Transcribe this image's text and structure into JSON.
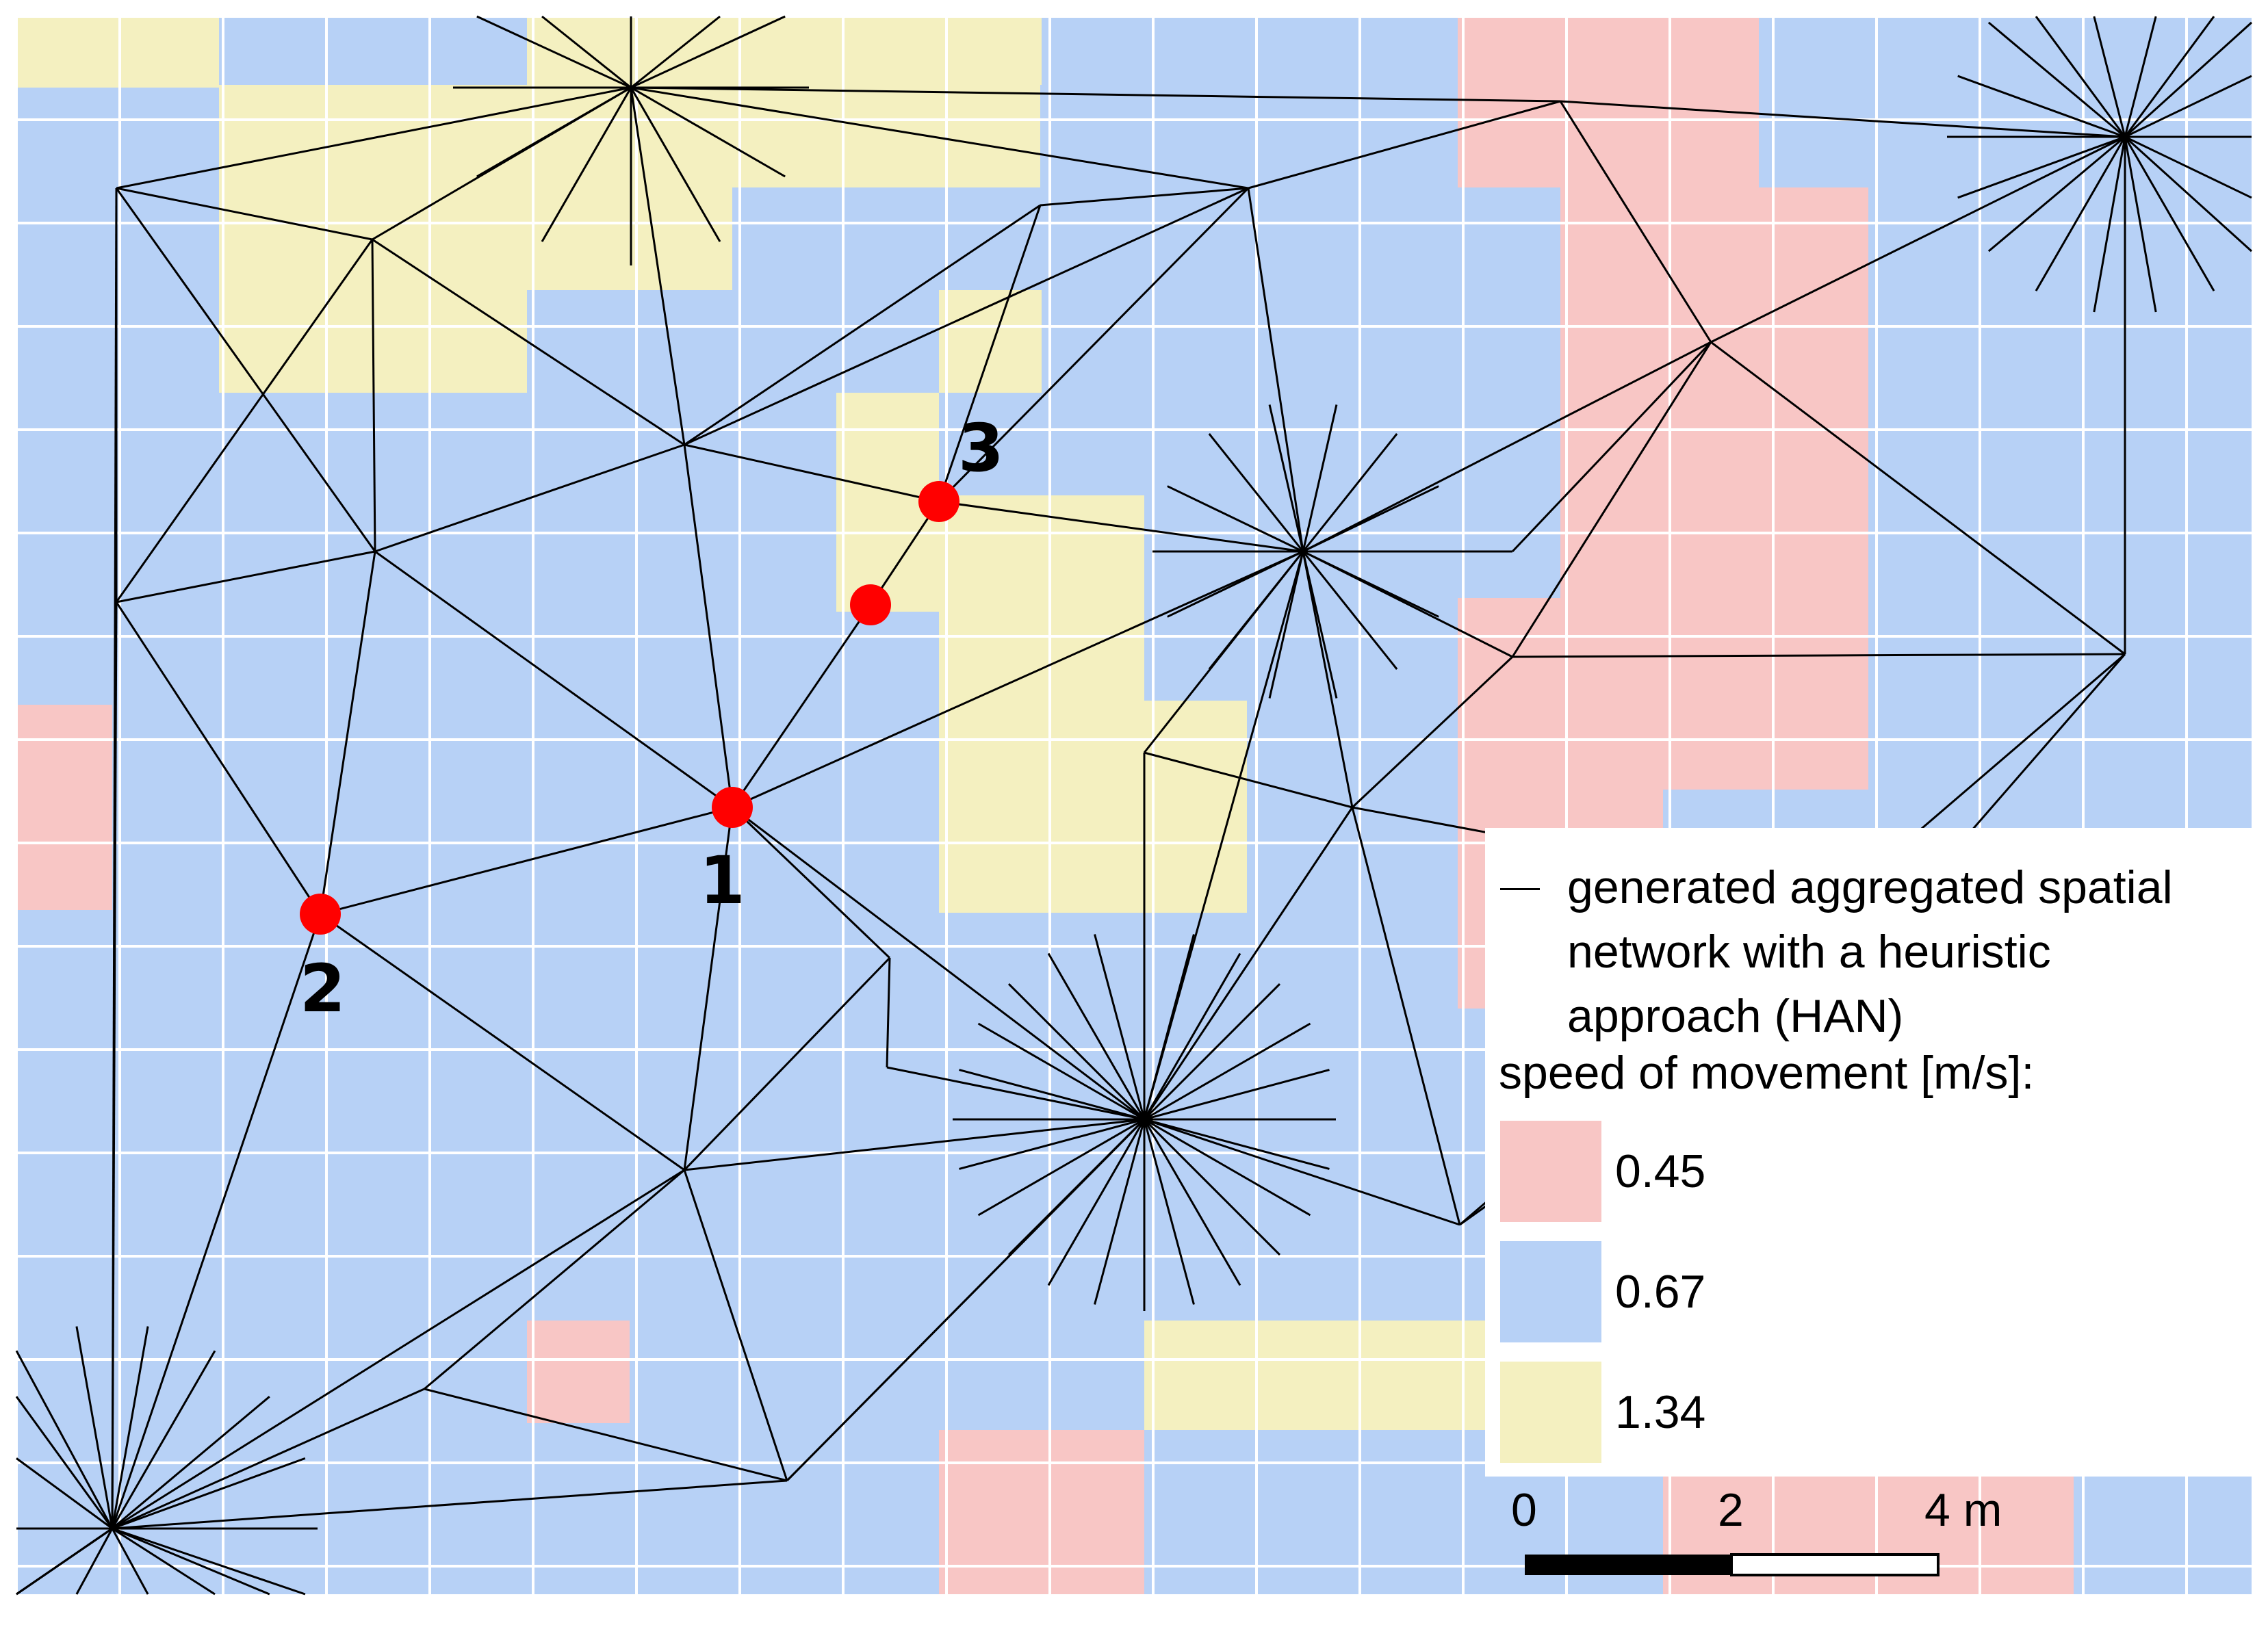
{
  "map": {
    "colors": {
      "pink": "#f8c6c5",
      "blue": "#b7d1f6",
      "yellow": "#f4f0c0",
      "grid": "#ffffff",
      "network": "#000000",
      "point": "#ff0000"
    }
  },
  "points": {
    "p1": "1",
    "p2": "2",
    "p3": "3"
  },
  "legend": {
    "network_label": "generated aggregated spatial network with a heuristic approach (HAN)",
    "speed_heading": "speed of movement [m/s]:",
    "entries": [
      {
        "value": "0.45",
        "color": "#f8c6c5"
      },
      {
        "value": "0.67",
        "color": "#b7d1f6"
      },
      {
        "value": "1.34",
        "color": "#f4f0c0"
      }
    ]
  },
  "scalebar": {
    "tick0": "0",
    "tick2": "2",
    "tick4": "4 m"
  }
}
